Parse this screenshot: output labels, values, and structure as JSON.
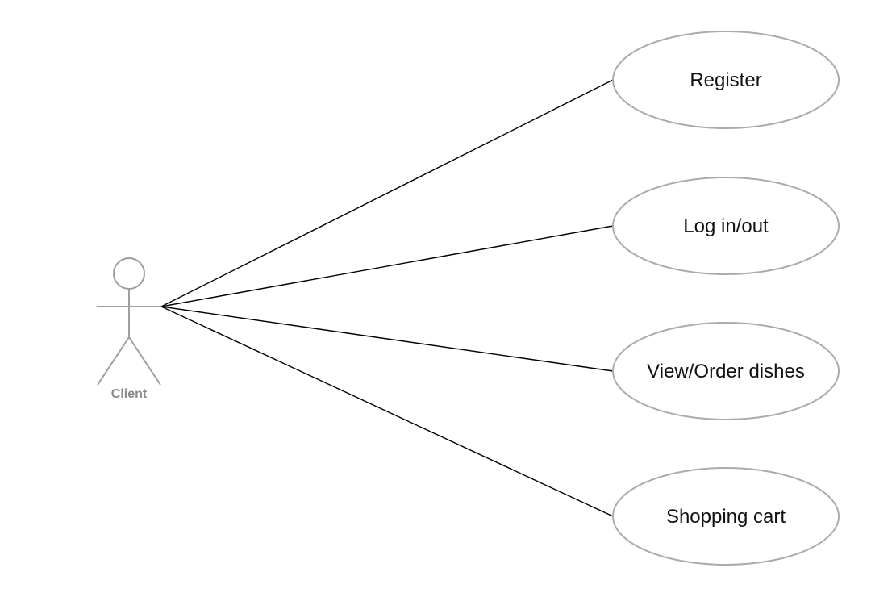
{
  "diagram": {
    "type": "use-case",
    "actor": {
      "name": "Client"
    },
    "use_cases": [
      {
        "label": "Register"
      },
      {
        "label": "Log in/out"
      },
      {
        "label": "View/Order dishes"
      },
      {
        "label": "Shopping cart"
      }
    ],
    "associations": [
      {
        "from": "Client",
        "to": "Register"
      },
      {
        "from": "Client",
        "to": "Log in/out"
      },
      {
        "from": "Client",
        "to": "View/Order dishes"
      },
      {
        "from": "Client",
        "to": "Shopping cart"
      }
    ]
  }
}
